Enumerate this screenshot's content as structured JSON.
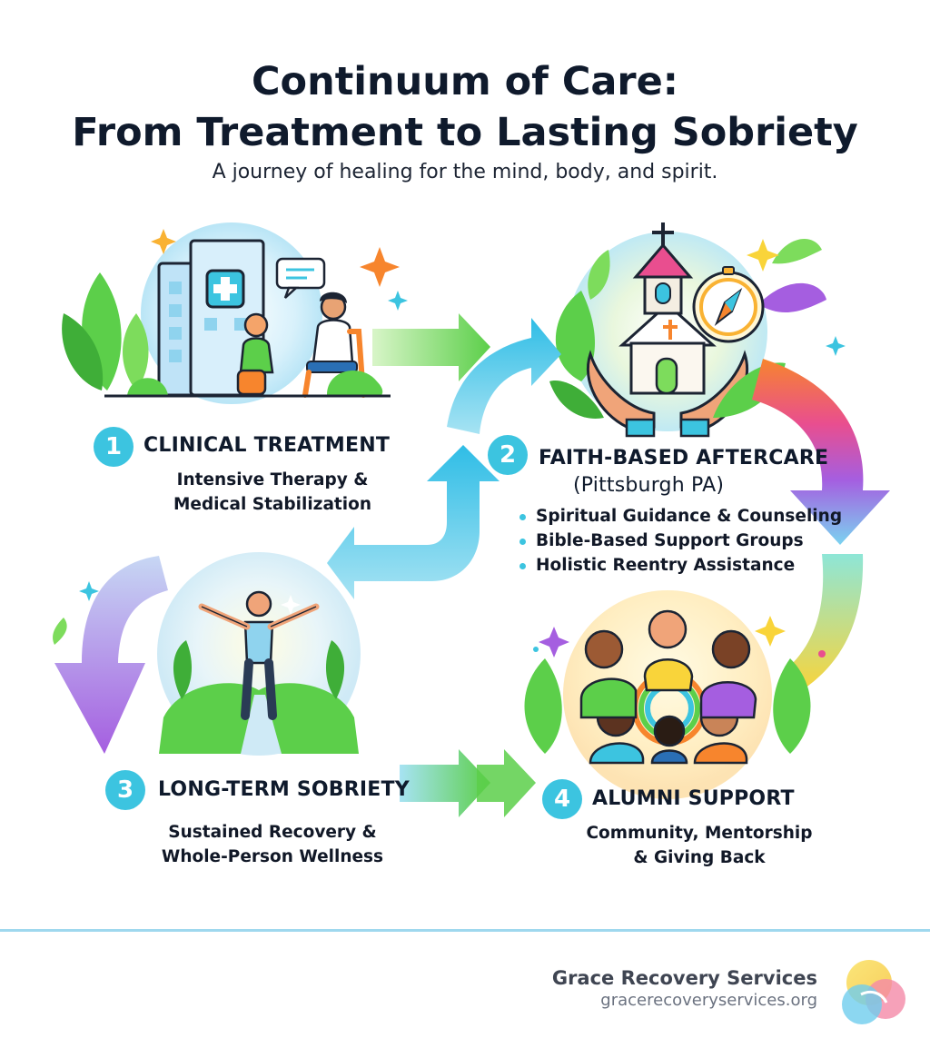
{
  "header": {
    "title_line1": "Continuum of Care:",
    "title_line2": "From Treatment to Lasting Sobriety",
    "subtitle": "A journey of healing for the mind, body, and spirit."
  },
  "steps": [
    {
      "number": "1",
      "title": "CLINICAL TREATMENT",
      "description_lines": [
        "Intensive Therapy &",
        "Medical Stabilization"
      ],
      "icon": "clinic-therapy-illustration"
    },
    {
      "number": "2",
      "title_lines": [
        "FAITH-BASED AFTERCARE",
        "(Pittsburgh PA)"
      ],
      "bullets": [
        "Spiritual Guidance & Counseling",
        "Bible-Based Support Groups",
        "Holistic Reentry Assistance"
      ],
      "icon": "church-hands-compass-illustration"
    },
    {
      "number": "3",
      "title": "LONG-TERM SOBRIETY",
      "description_lines": [
        "Sustained Recovery &",
        "Whole-Person Wellness"
      ],
      "icon": "person-open-arms-path-illustration"
    },
    {
      "number": "4",
      "title": "ALUMNI SUPPORT",
      "description_lines": [
        "Community, Mentorship",
        "& Giving Back"
      ],
      "icon": "group-embrace-illustration"
    }
  ],
  "footer": {
    "org_name": "Grace Recovery Services",
    "url": "gracerecoveryservices.org",
    "logo_icon": "overlapping-circles-logo"
  },
  "colors": {
    "accent": "#3cc4e0",
    "green": "#5ccf4a",
    "orange": "#f7852d",
    "purple": "#a55ee0",
    "yellow": "#f9d43a",
    "divider": "#9fd8ee",
    "text": "#0f1a2c"
  }
}
